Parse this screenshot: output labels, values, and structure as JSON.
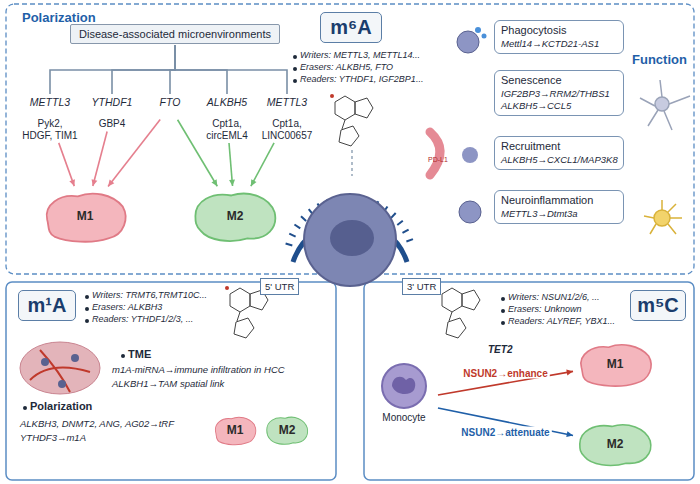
{
  "diagram": {
    "nodes": [
      {
        "text": [
          "Disease-associated microenvironments"
        ]
      },
      {
        "text": [
          "METTL3",
          "Pyk2, HDGF, TIM1"
        ]
      },
      {
        "text": [
          "YTHDF1",
          "GBP4"
        ]
      },
      {
        "text": [
          "FTO"
        ]
      },
      {
        "text": [
          "ALKBH5",
          "Cpt1a, circEML4"
        ]
      },
      {
        "text": [
          "METTL3",
          "Cpt1a, LINC00657"
        ]
      },
      {
        "text": [
          "M1"
        ]
      },
      {
        "text": [
          "M2"
        ]
      },
      {
        "text": [
          "m⁶A"
        ]
      },
      {
        "text": [
          "Phagocytosis",
          "Mettl14→KCTD21-AS1"
        ]
      },
      {
        "text": [
          "Senescence",
          "IGF2BP3→RRM2/THBS1",
          "ALKBH5→CCL5"
        ]
      },
      {
        "text": [
          "Recruitment",
          "ALKBH5→CXCL1/MAP3K8"
        ]
      },
      {
        "text": [
          "Neuroinflammation",
          "METTL3→Dtmt3a"
        ]
      },
      {
        "text": [
          "5' UTR"
        ]
      },
      {
        "text": [
          "3' UTR"
        ]
      },
      {
        "text": [
          "m¹A"
        ]
      },
      {
        "text": [
          "M1"
        ]
      },
      {
        "text": [
          "M2"
        ]
      },
      {
        "text": [
          "m⁵C"
        ]
      },
      {
        "text": [
          "Monocyte"
        ]
      },
      {
        "text": [
          "M1"
        ]
      },
      {
        "text": [
          "M2"
        ]
      }
    ],
    "edges": [
      {
        "from": 0,
        "to": 1,
        "arrow": "none"
      },
      {
        "from": 0,
        "to": 2,
        "arrow": "none"
      },
      {
        "from": 0,
        "to": 3,
        "arrow": "none"
      },
      {
        "from": 0,
        "to": 4,
        "arrow": "none"
      },
      {
        "from": 0,
        "to": 5,
        "arrow": "none"
      },
      {
        "from": 1,
        "to": 6,
        "arrow": "to"
      },
      {
        "from": 2,
        "to": 6,
        "arrow": "to"
      },
      {
        "from": 3,
        "to": 6,
        "arrow": "to"
      },
      {
        "from": 3,
        "to": 7,
        "arrow": "to"
      },
      {
        "from": 4,
        "to": 7,
        "arrow": "to"
      },
      {
        "from": 5,
        "to": 7,
        "arrow": "to"
      },
      {
        "from": 19,
        "to": 20,
        "label": "NSUN2→enhance",
        "arrow": "to"
      },
      {
        "from": 19,
        "to": 21,
        "label": "NSUN2→attenuate",
        "arrow": "to"
      }
    ],
    "labels": [
      "Polarization",
      "Writers: METTL3, METTL14...",
      "Erasers: ALKBH5, FTO",
      "Readers: YTHDF1, IGF2BP1...",
      "Function",
      "PD-L1",
      "Writers: TRMT6,TRMT10C...",
      "Erasers: ALKBH3",
      "Readers: YTHDF1/2/3, ...",
      "TME",
      "m1A-miRNA→immune infiltration in HCC",
      "ALKBH1→TAM spatial link",
      "Polarization",
      "ALKBH3, DNMT2, ANG, AG02→tRF",
      "YTHDF3→m1A",
      "Writers: NSUN1/2/6, ...",
      "Erasers: Unknown",
      "Readers: ALYREF, YBX1...",
      "TET2"
    ]
  }
}
